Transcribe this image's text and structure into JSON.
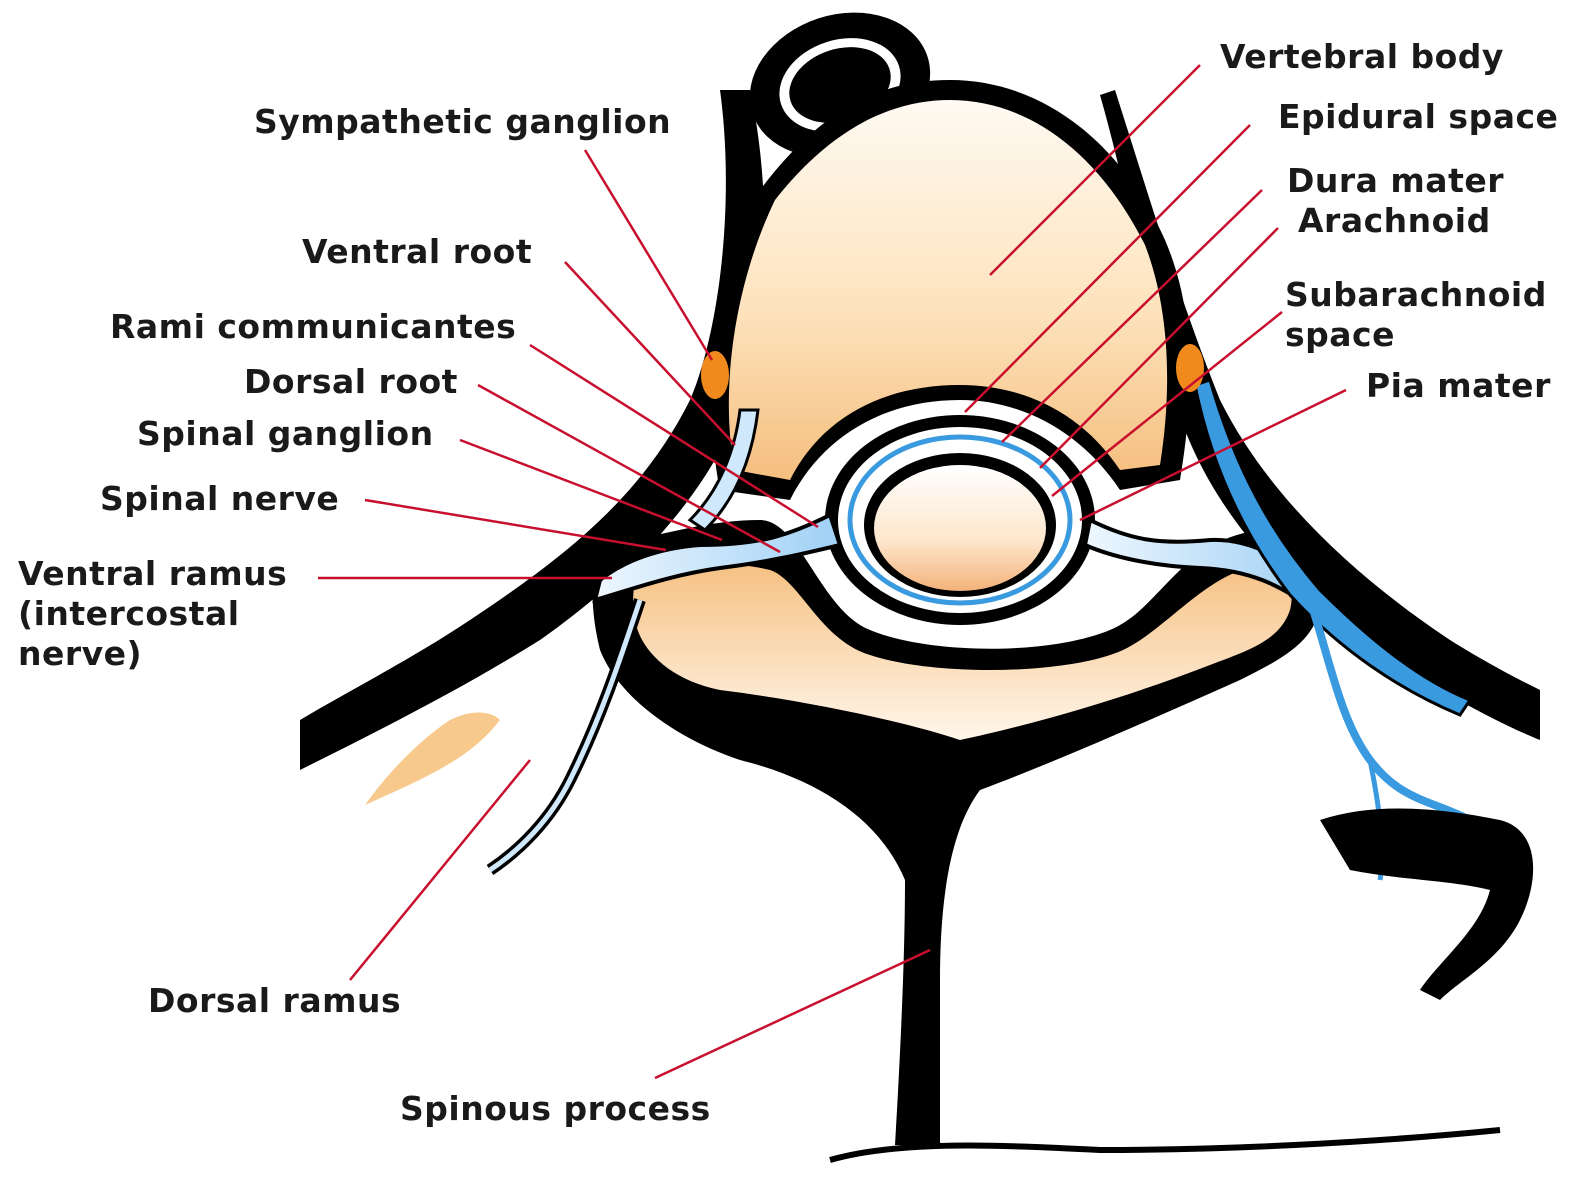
{
  "colors": {
    "bone_fill_light": "#fff6ea",
    "bone_fill_dark": "#f7c98c",
    "outline": "#000000",
    "nerve": "#3a9ae0",
    "nerve_light": "#cfe8fb",
    "ganglion": "#f08a1c",
    "leader": "#c8102e",
    "text": "#1a1a1a"
  },
  "labels": {
    "sympathetic_ganglion": "Sympathetic ganglion",
    "ventral_root": "Ventral root",
    "rami_communicantes": "Rami communicantes",
    "dorsal_root": "Dorsal root",
    "spinal_ganglion": "Spinal ganglion",
    "spinal_nerve": "Spinal nerve",
    "ventral_ramus_line1": "Ventral ramus",
    "ventral_ramus_line2": "(intercostal",
    "ventral_ramus_line3": "nerve)",
    "dorsal_ramus": "Dorsal ramus",
    "spinous_process": "Spinous process",
    "vertebral_body": "Vertebral body",
    "epidural_space": "Epidural space",
    "dura_mater": "Dura mater",
    "arachnoid": "Arachnoid",
    "subarachnoid_line1": "Subarachnoid",
    "subarachnoid_line2": "space",
    "pia_mater": "Pia mater"
  }
}
